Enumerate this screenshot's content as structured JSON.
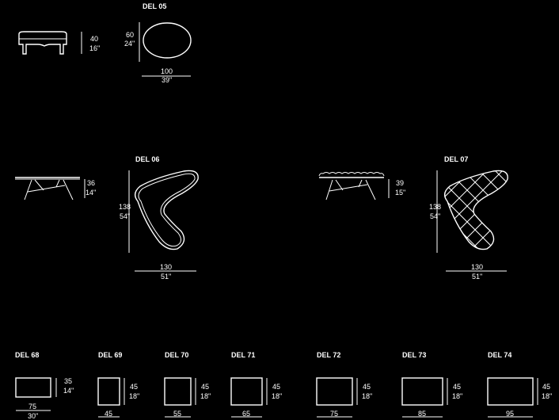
{
  "colors": {
    "background": "#000000",
    "line": "#ffffff"
  },
  "del05": {
    "code": "DEL 05",
    "height_cm": "40",
    "height_in": "16\"",
    "depth_cm": "60",
    "depth_in": "24\"",
    "width_cm": "100",
    "width_in": "39\""
  },
  "del06": {
    "code": "DEL 06",
    "height_cm": "36",
    "height_in": "14\"",
    "depth_cm": "138",
    "depth_in": "54\"",
    "width_cm": "130",
    "width_in": "51\""
  },
  "del07": {
    "code": "DEL 07",
    "height_cm": "39",
    "height_in": "15\"",
    "depth_cm": "138",
    "depth_in": "54\"",
    "width_cm": "130",
    "width_in": "51\""
  },
  "small": [
    {
      "code": "DEL 68",
      "h_cm": "35",
      "h_in": "14\"",
      "w_cm": "75",
      "w_in": "30\""
    },
    {
      "code": "DEL 69",
      "h_cm": "45",
      "h_in": "18\"",
      "w_cm": "45"
    },
    {
      "code": "DEL 70",
      "h_cm": "45",
      "h_in": "18\"",
      "w_cm": "55"
    },
    {
      "code": "DEL 71",
      "h_cm": "45",
      "h_in": "18\"",
      "w_cm": "65"
    },
    {
      "code": "DEL 72",
      "h_cm": "45",
      "h_in": "18\"",
      "w_cm": "75"
    },
    {
      "code": "DEL 73",
      "h_cm": "45",
      "h_in": "18\"",
      "w_cm": "85"
    },
    {
      "code": "DEL 74",
      "h_cm": "45",
      "h_in": "18\"",
      "w_cm": "95"
    }
  ]
}
